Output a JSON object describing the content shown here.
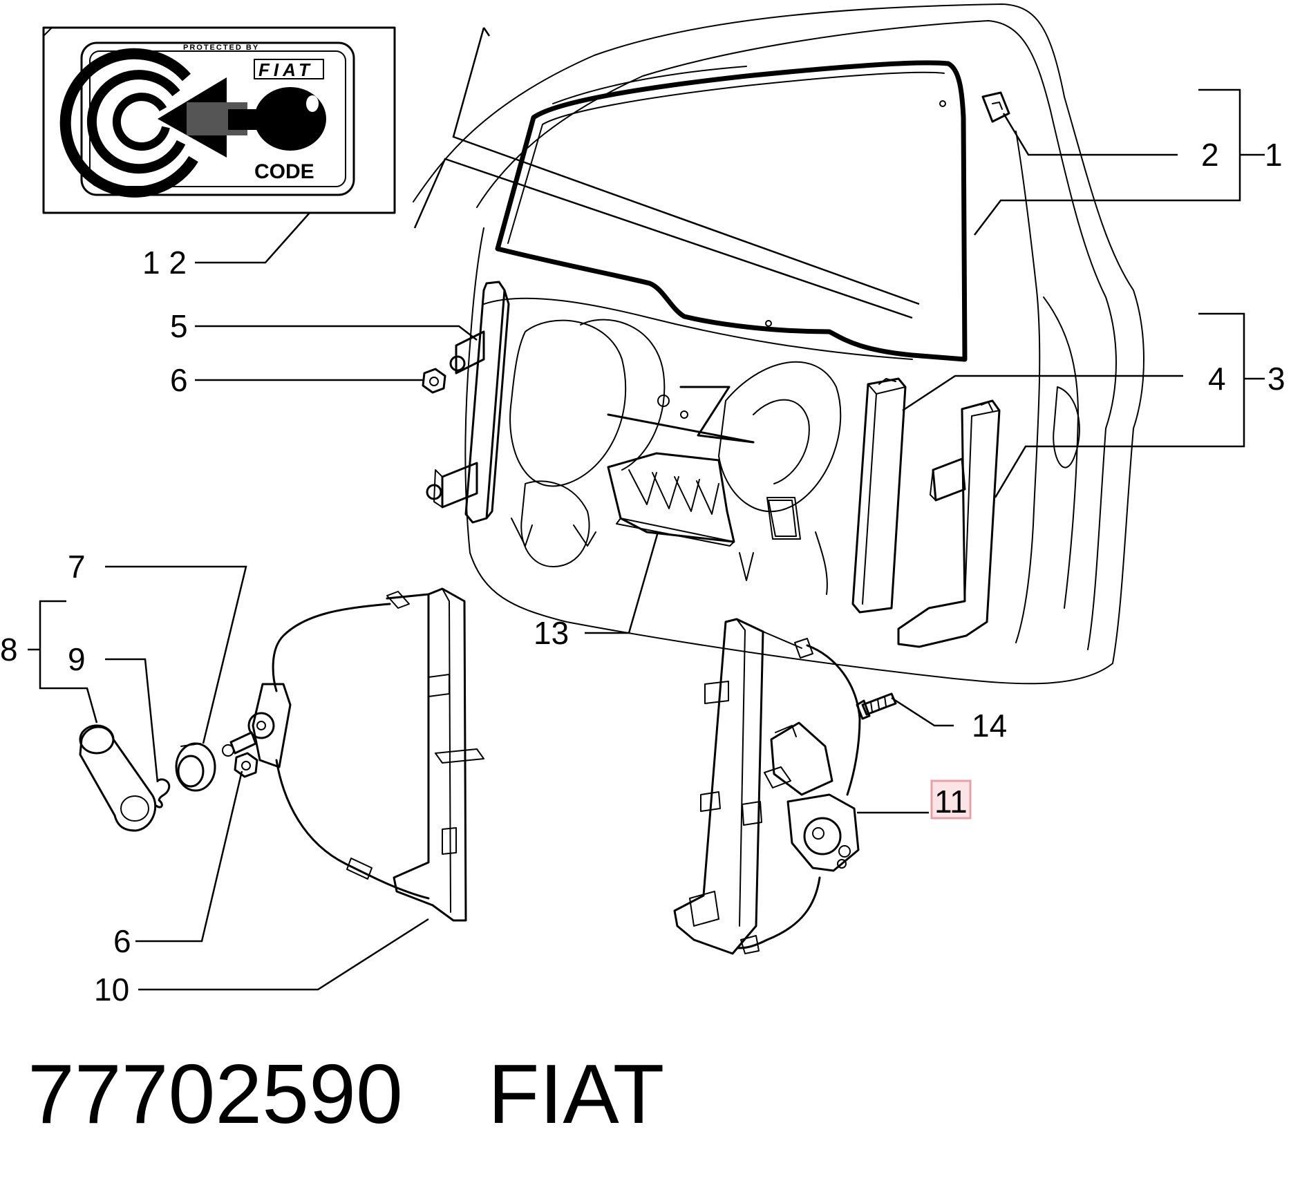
{
  "badge": {
    "protected_by": "PROTECTED BY",
    "brand": "FIAT",
    "code": "CODE"
  },
  "callouts": {
    "c1": "1",
    "c2": "2",
    "c3": "3",
    "c4": "4",
    "c5": "5",
    "c6_upper": "6",
    "c6_lower": "6",
    "c7": "7",
    "c8": "8",
    "c9": "9",
    "c10": "10",
    "c11": "11",
    "c12": "1 2",
    "c13": "13",
    "c14": "14"
  },
  "highlight": {
    "callout": "11",
    "color": "#e8a0a8"
  },
  "footer": {
    "part_number": "77702590",
    "brand": "FIAT"
  }
}
